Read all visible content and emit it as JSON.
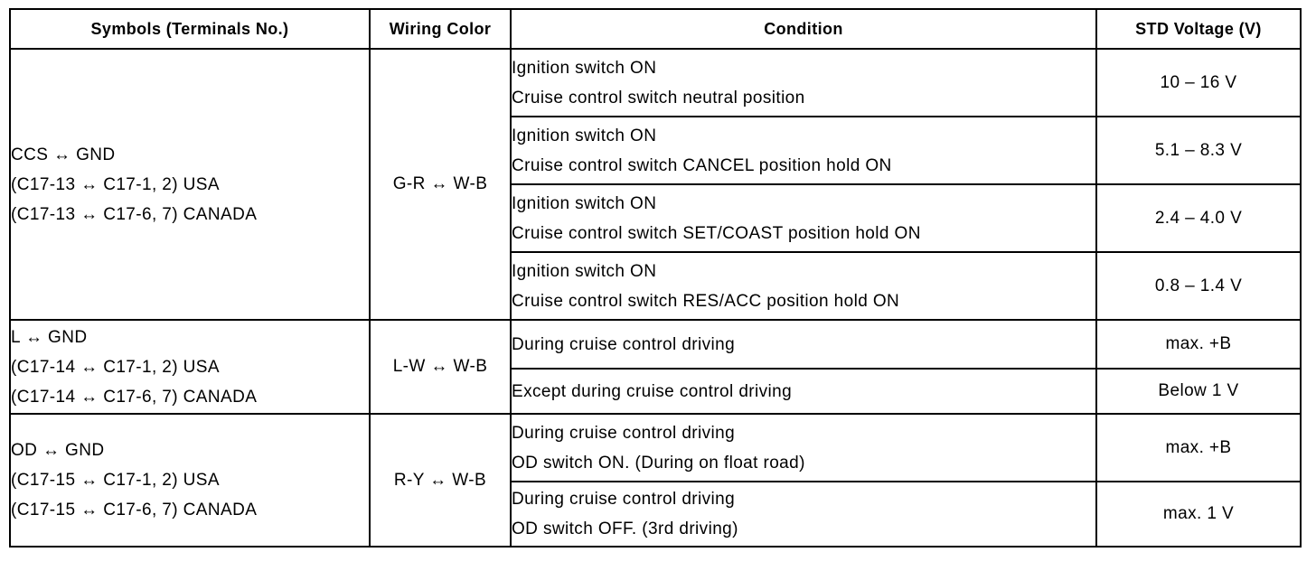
{
  "headers": {
    "symbols": "Symbols (Terminals No.)",
    "wiring": "Wiring Color",
    "condition": "Condition",
    "voltage": "STD Voltage (V)"
  },
  "groups": [
    {
      "symbol_lines": [
        "CCS ↔ GND",
        "(C17-13 ↔ C17-1, 2) USA",
        "(C17-13 ↔ C17-6, 7) CANADA"
      ],
      "wiring": "G-R ↔ W-B",
      "rows": [
        {
          "condition_lines": [
            "Ignition switch ON",
            "Cruise control switch neutral position"
          ],
          "voltage": "10 – 16 V"
        },
        {
          "condition_lines": [
            "Ignition switch ON",
            "Cruise control switch CANCEL position hold ON"
          ],
          "voltage": "5.1 – 8.3 V"
        },
        {
          "condition_lines": [
            "Ignition switch ON",
            "Cruise control switch SET/COAST position hold ON"
          ],
          "voltage": "2.4 – 4.0 V"
        },
        {
          "condition_lines": [
            "Ignition switch ON",
            "Cruise control switch RES/ACC position hold ON"
          ],
          "voltage": "0.8 – 1.4 V"
        }
      ]
    },
    {
      "symbol_lines": [
        "L ↔ GND",
        "(C17-14 ↔ C17-1, 2) USA",
        "(C17-14 ↔ C17-6, 7) CANADA"
      ],
      "wiring": "L-W ↔ W-B",
      "rows": [
        {
          "condition_lines": [
            "During cruise control driving"
          ],
          "voltage": "max. +B"
        },
        {
          "condition_lines": [
            "Except during cruise control driving"
          ],
          "voltage": "Below 1 V"
        }
      ]
    },
    {
      "symbol_lines": [
        "OD ↔ GND",
        "(C17-15 ↔ C17-1, 2) USA",
        "(C17-15 ↔ C17-6, 7) CANADA"
      ],
      "wiring": "R-Y ↔ W-B",
      "rows": [
        {
          "condition_lines": [
            "During cruise control driving",
            "OD switch ON. (During on float road)"
          ],
          "voltage": "max. +B"
        },
        {
          "condition_lines": [
            "During cruise control driving",
            "OD switch OFF. (3rd driving)"
          ],
          "voltage": "max. 1 V"
        }
      ]
    }
  ]
}
